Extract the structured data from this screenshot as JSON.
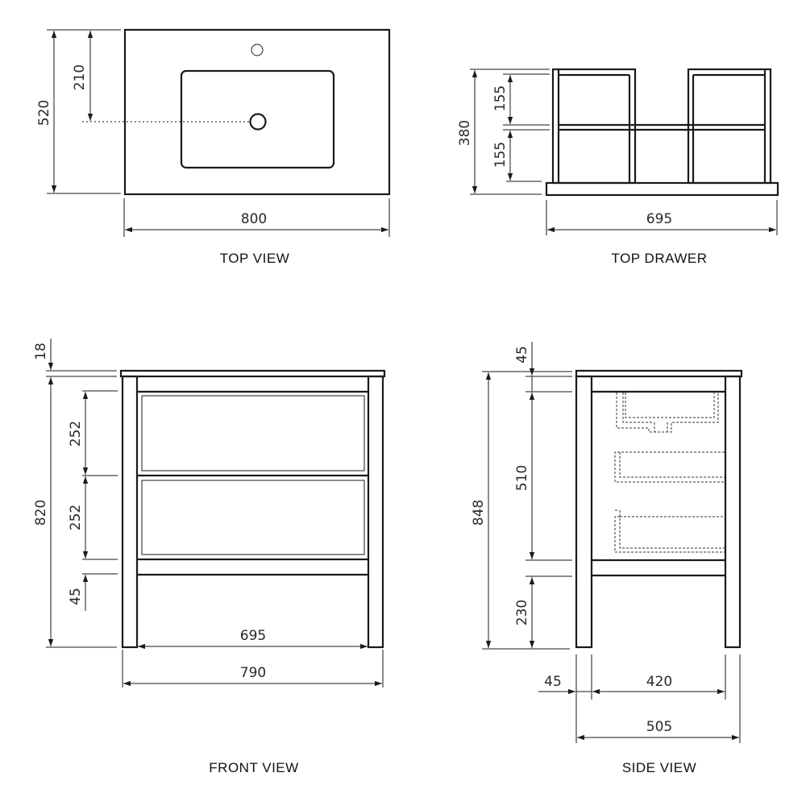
{
  "views": {
    "top_view": {
      "caption": "TOP VIEW",
      "dims": {
        "width": "800",
        "depth": "520",
        "waste_offset": "210"
      }
    },
    "top_drawer": {
      "caption": "TOP DRAWER",
      "dims": {
        "width": "695",
        "height": "380",
        "upper_compartment": "155",
        "lower_compartment": "155"
      }
    },
    "front_view": {
      "caption": "FRONT VIEW",
      "dims": {
        "top_thickness": "18",
        "height": "820",
        "drawer_upper": "252",
        "drawer_lower": "252",
        "rail": "45",
        "inner_width": "695",
        "outer_width": "790"
      }
    },
    "side_view": {
      "caption": "SIDE VIEW",
      "dims": {
        "top_rail": "45",
        "total_height": "848",
        "drawer_zone": "510",
        "leg_clearance": "230",
        "leg_width": "45",
        "inner_depth": "420",
        "outer_depth": "505"
      }
    }
  },
  "colors": {
    "line": "#1a1a1a",
    "background": "#ffffff"
  }
}
